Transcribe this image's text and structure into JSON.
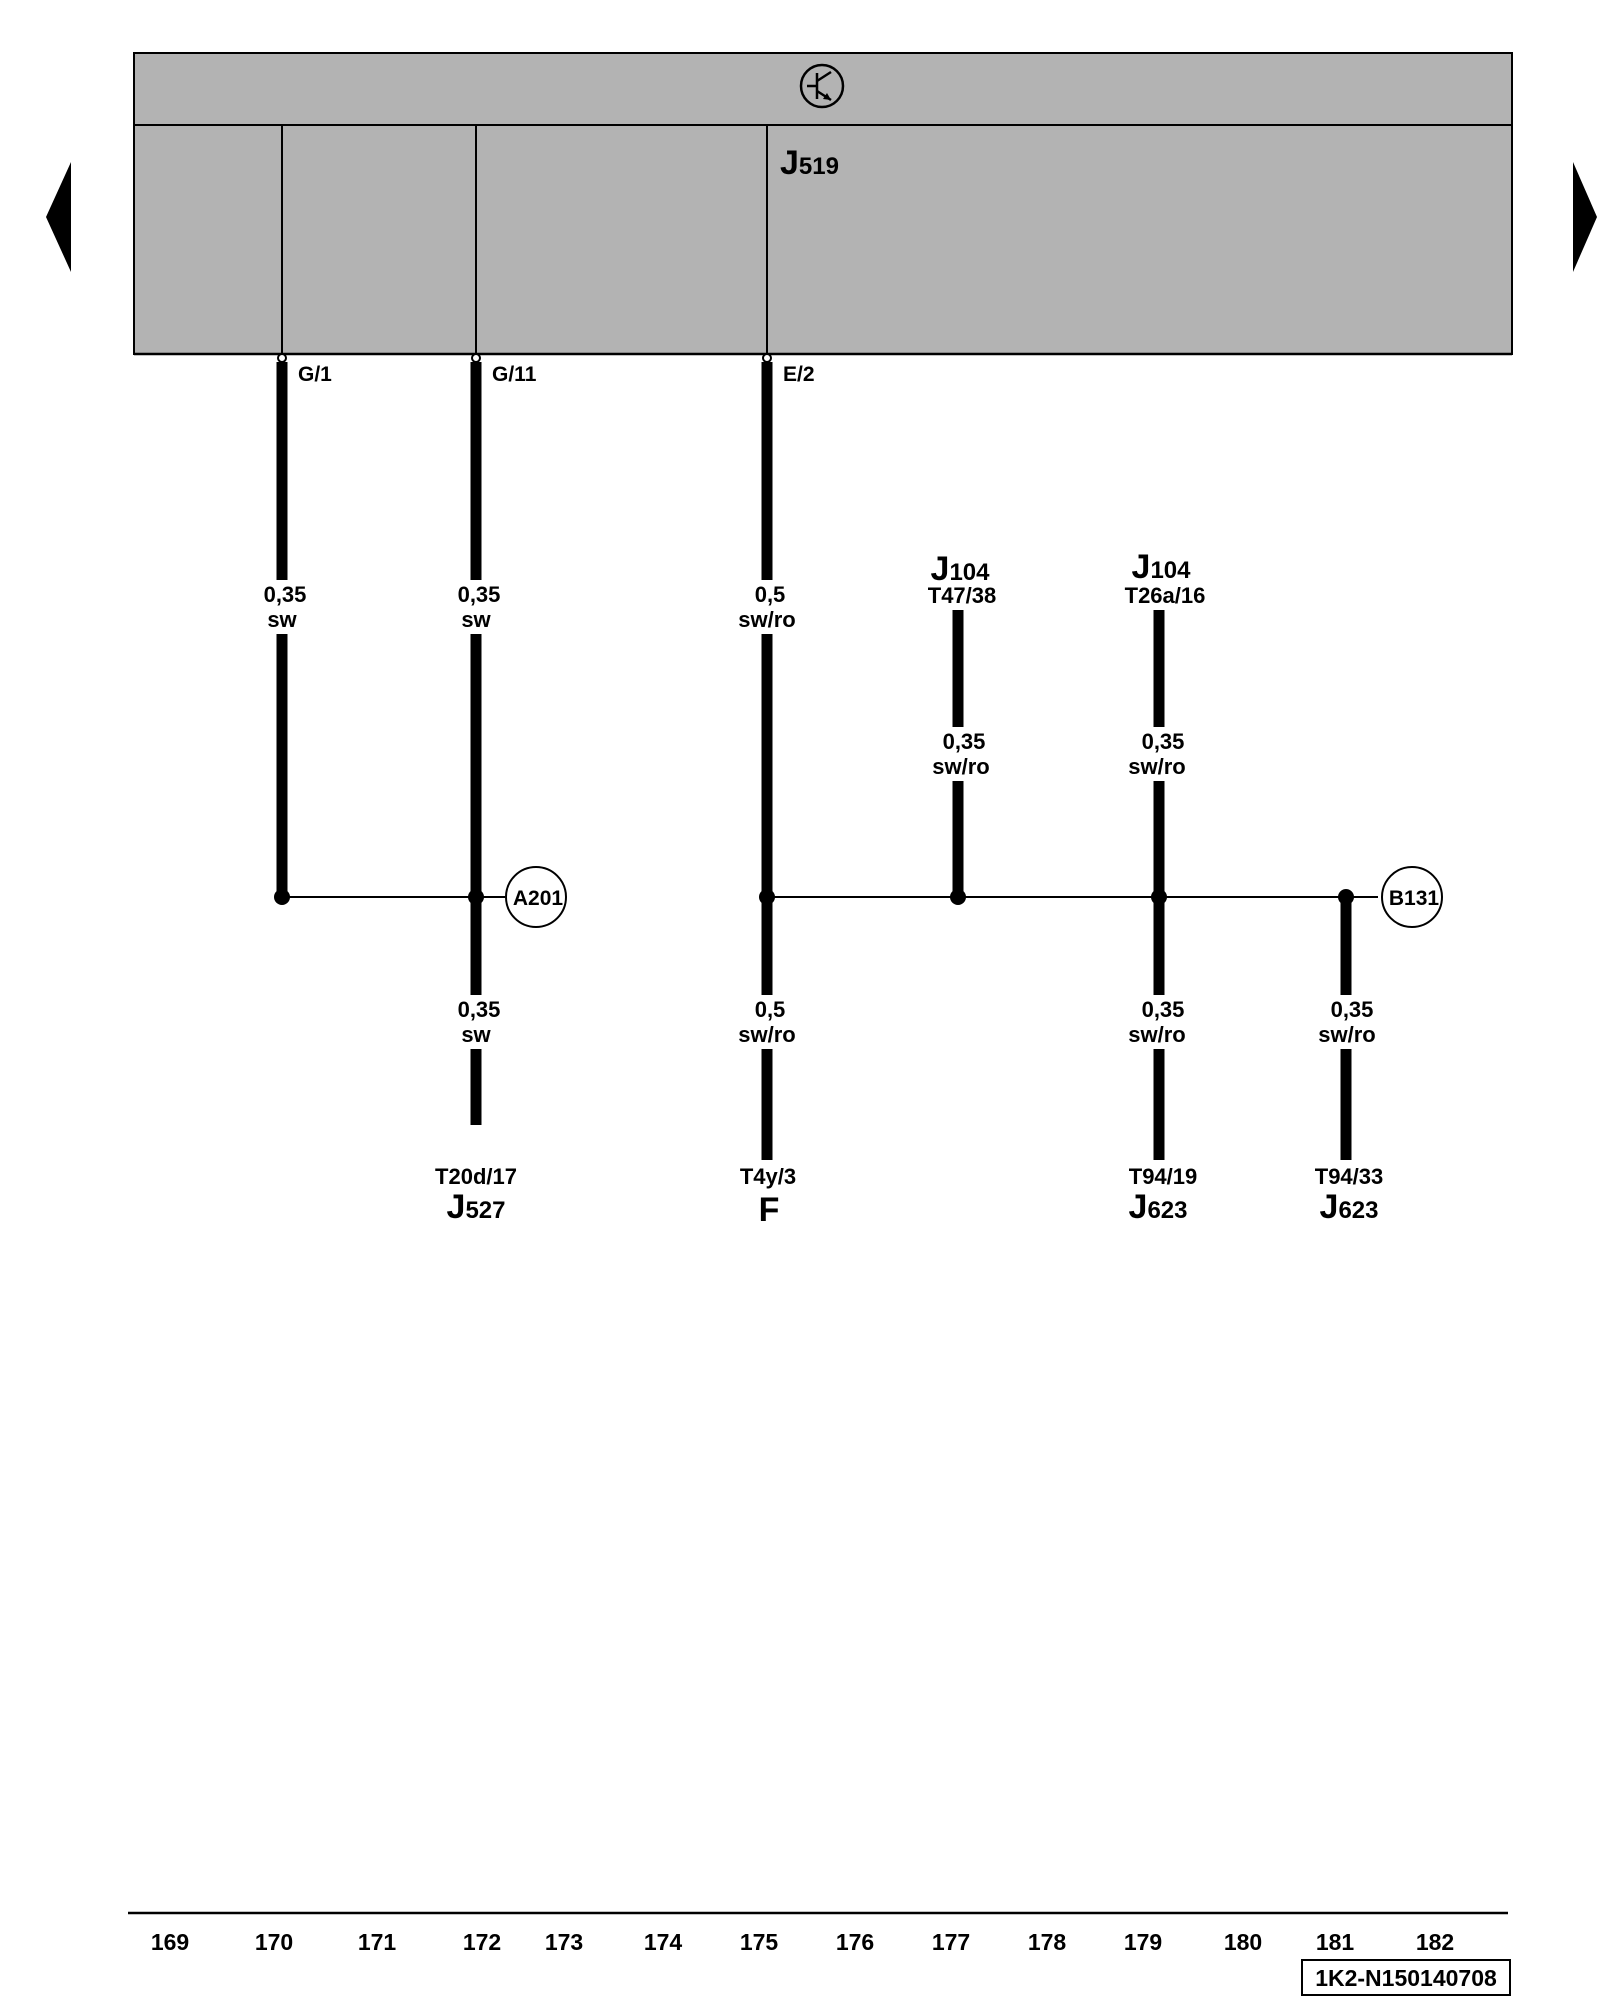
{
  "colors": {
    "module_fill": "#b3b3b3",
    "line": "#000000",
    "background": "#ffffff"
  },
  "control_unit": {
    "name": "J",
    "number": "519",
    "icon": "transistor-symbol-icon"
  },
  "navigation": {
    "prev_icon": "triangle-left-icon",
    "next_icon": "triangle-right-icon"
  },
  "pins": {
    "g1": "G/1",
    "g11": "G/11",
    "e2": "E/2"
  },
  "wires": {
    "w170_top": {
      "size": "0,35",
      "color": "sw"
    },
    "w172_top": {
      "size": "0,35",
      "color": "sw"
    },
    "w175_top": {
      "size": "0,5",
      "color": "sw/ro"
    },
    "w177_top": {
      "size": "0,35",
      "color": "sw/ro"
    },
    "w179_top": {
      "size": "0,35",
      "color": "sw/ro"
    },
    "w172_bot": {
      "size": "0,35",
      "color": "sw"
    },
    "w175_bot": {
      "size": "0,5",
      "color": "sw/ro"
    },
    "w179_bot": {
      "size": "0,35",
      "color": "sw/ro"
    },
    "w181_bot": {
      "size": "0,35",
      "color": "sw/ro"
    }
  },
  "top_connections": {
    "c177": {
      "name": "J",
      "number": "104",
      "connector": "T47/38"
    },
    "c179": {
      "name": "J",
      "number": "104",
      "connector": "T26a/16"
    }
  },
  "bottom_connections": {
    "b172": {
      "connector": "T20d/17",
      "name": "J",
      "number": "527"
    },
    "b175": {
      "connector": "T4y/3",
      "name": "F",
      "number": ""
    },
    "b179": {
      "connector": "T94/19",
      "name": "J",
      "number": "623"
    },
    "b181": {
      "connector": "T94/33",
      "name": "J",
      "number": "623"
    }
  },
  "nodes": {
    "a201": "A201",
    "b131": "B131"
  },
  "columns": [
    "169",
    "170",
    "171",
    "172",
    "173",
    "174",
    "175",
    "176",
    "177",
    "178",
    "179",
    "180",
    "181",
    "182"
  ],
  "reference_code": "1K2-N150140708"
}
